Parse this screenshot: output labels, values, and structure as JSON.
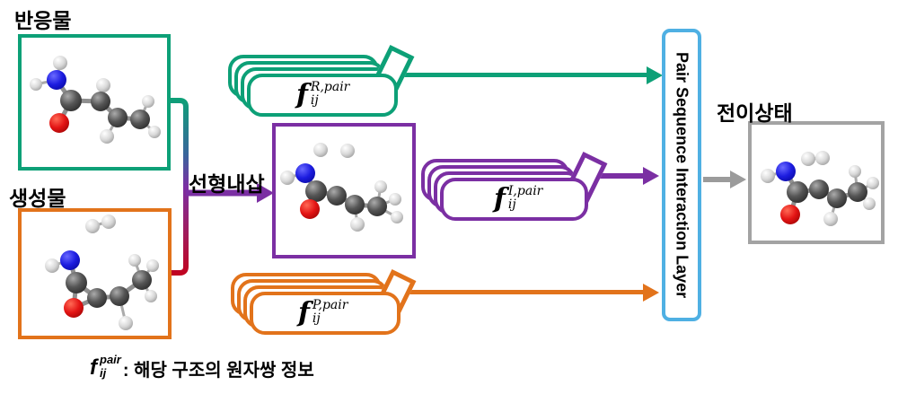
{
  "labels": {
    "reactant": "반응물",
    "product": "생성물",
    "interpolation": "선형내삽",
    "transition_state": "전이상태"
  },
  "layer": {
    "title": "Pair Sequence Interaction Layer"
  },
  "stacks": {
    "reactant": {
      "base": "f",
      "sub": "ij",
      "sup": "R,pair"
    },
    "interpolated": {
      "base": "f",
      "sub": "ij",
      "sup": "I,pair"
    },
    "product": {
      "base": "f",
      "sub": "ij",
      "sup": "P,pair"
    }
  },
  "caption": {
    "base": "f",
    "sub": "ij",
    "sup": "pair",
    "text": ": 해당 구조의 원자쌍 정보"
  },
  "colors": {
    "reactant_green": "#0DA077",
    "product_orange": "#E2731B",
    "interpolation_purple": "#7B2FA3",
    "layer_blue": "#4FB0E3",
    "transition_gray": "#A3A3A3",
    "gradient_red": "#C1031F",
    "atom_nitrogen_blue": "#1C1CE0",
    "atom_oxygen_red": "#E31414",
    "atom_carbon_gray": "#555555",
    "atom_hydrogen_white": "#D8D8D8"
  }
}
